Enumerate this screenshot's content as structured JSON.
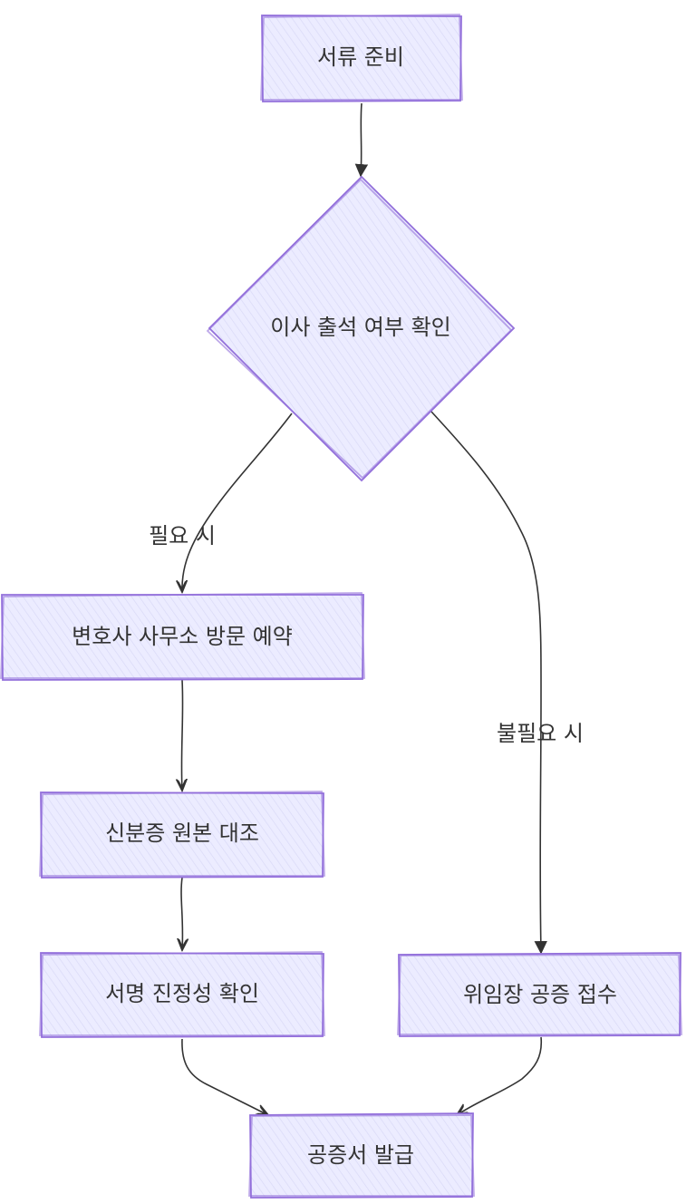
{
  "colors": {
    "node_fill": "#ececff",
    "node_border": "#9370db",
    "edge": "#333333",
    "text": "#333333"
  },
  "nodes": {
    "prepare_documents": "서류 준비",
    "check_attendance": "이사 출석 여부 확인",
    "book_lawyer_visit": "변호사 사무소 방문 예약",
    "verify_id_original": "신분증 원본 대조",
    "verify_signature": "서명 진정성 확인",
    "notarize_poa": "위임장 공증 접수",
    "issue_notarial_deed": "공증서 발급"
  },
  "edges": {
    "required": "필요 시",
    "not_required": "불필요 시"
  }
}
